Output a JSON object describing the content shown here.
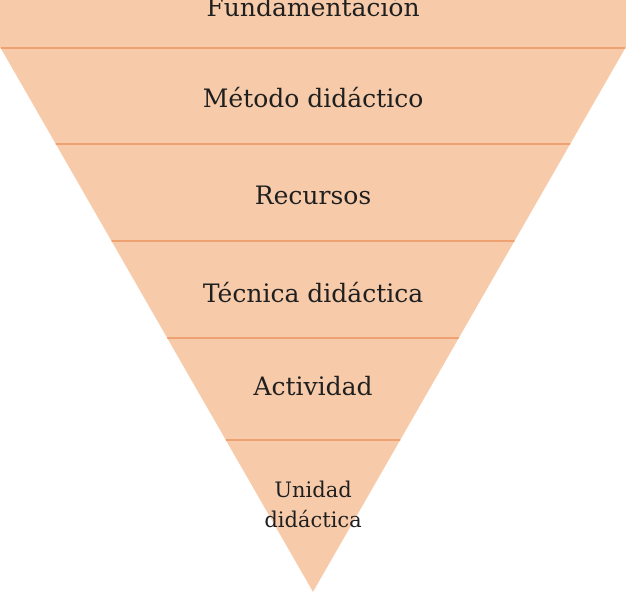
{
  "diagram": {
    "type": "inverted-pyramid",
    "fill_color": "#f7cbaa",
    "divider_color": "#e8894f",
    "text_color": "#1f1f1f",
    "levels": [
      {
        "lines": [
          "Fundamentación"
        ]
      },
      {
        "lines": [
          "Método didáctico"
        ]
      },
      {
        "lines": [
          "Recursos"
        ]
      },
      {
        "lines": [
          "Técnica didáctica"
        ]
      },
      {
        "lines": [
          "Actividad"
        ]
      },
      {
        "lines": [
          "Unidad",
          "didáctica"
        ]
      }
    ]
  }
}
